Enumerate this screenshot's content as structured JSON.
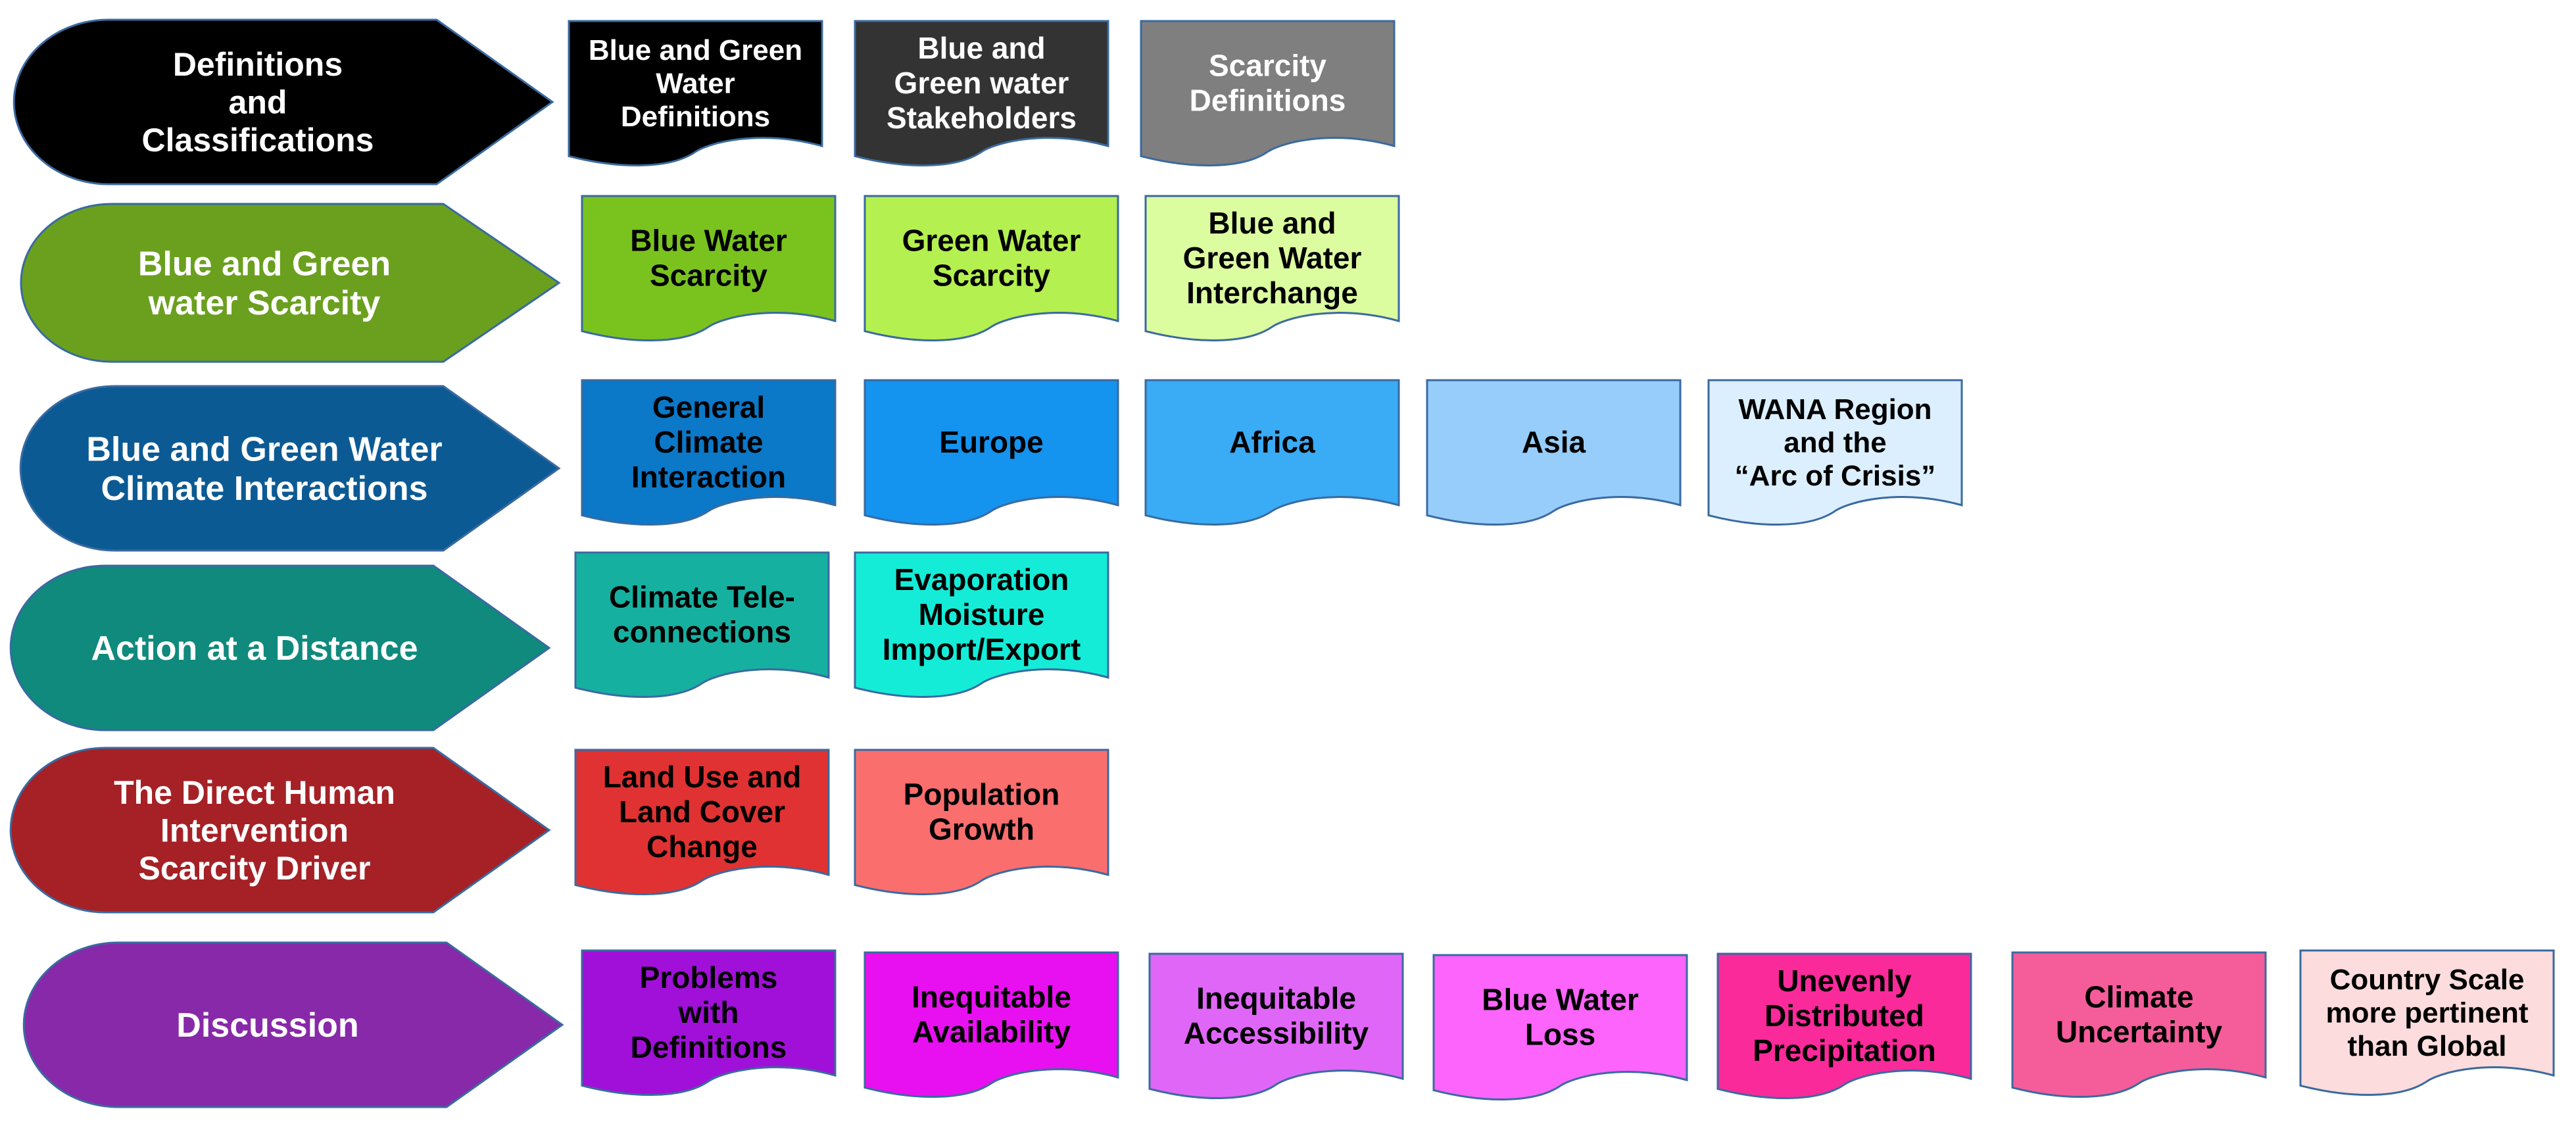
{
  "rows": [
    {
      "label": [
        "Definitions",
        "and",
        "Classifications"
      ],
      "arrow_color": "#000000",
      "arrow_text": "#ffffff",
      "docs": [
        {
          "lines": [
            "Blue and Green",
            "Water",
            "Definitions"
          ],
          "fill": "#000000",
          "text": "#ffffff"
        },
        {
          "lines": [
            "Blue and",
            "Green water",
            "Stakeholders"
          ],
          "fill": "#333333",
          "text": "#ffffff"
        },
        {
          "lines": [
            "Scarcity",
            "Definitions"
          ],
          "fill": "#7f7f7f",
          "text": "#ffffff"
        }
      ]
    },
    {
      "label": [
        "Blue and Green",
        "water Scarcity"
      ],
      "arrow_color": "#6aa01e",
      "arrow_text": "#ffffff",
      "docs": [
        {
          "lines": [
            "Blue Water",
            "Scarcity"
          ],
          "fill": "#7ac31f",
          "text": "#000000"
        },
        {
          "lines": [
            "Green Water",
            "Scarcity"
          ],
          "fill": "#b4f050",
          "text": "#000000"
        },
        {
          "lines": [
            "Blue and",
            "Green Water",
            "Interchange"
          ],
          "fill": "#dcfca0",
          "text": "#000000"
        }
      ]
    },
    {
      "label": [
        "Blue and Green Water",
        "Climate Interactions"
      ],
      "arrow_color": "#0b5a94",
      "arrow_text": "#ffffff",
      "docs": [
        {
          "lines": [
            "General",
            "Climate",
            "Interaction"
          ],
          "fill": "#0b78c8",
          "text": "#000000"
        },
        {
          "lines": [
            "Europe"
          ],
          "fill": "#1493ef",
          "text": "#000000"
        },
        {
          "lines": [
            "Africa"
          ],
          "fill": "#3aabf5",
          "text": "#000000"
        },
        {
          "lines": [
            "Asia"
          ],
          "fill": "#96cdfa",
          "text": "#000000"
        },
        {
          "lines": [
            "WANA Region",
            "and the",
            "“Arc of Crisis”"
          ],
          "fill": "#dcefff",
          "text": "#000000"
        }
      ]
    },
    {
      "label": [
        "Action at a Distance"
      ],
      "arrow_color": "#0f8a7c",
      "arrow_text": "#ffffff",
      "docs": [
        {
          "lines": [
            "Climate Tele-",
            "connections"
          ],
          "fill": "#16b0a0",
          "text": "#000000"
        },
        {
          "lines": [
            "Evaporation",
            "Moisture",
            "Import/Export"
          ],
          "fill": "#14ecd8",
          "text": "#000000"
        }
      ]
    },
    {
      "label": [
        "The Direct Human",
        "Intervention",
        "Scarcity Driver"
      ],
      "arrow_color": "#a52126",
      "arrow_text": "#ffffff",
      "docs": [
        {
          "lines": [
            "Land Use and",
            "Land Cover",
            "Change"
          ],
          "fill": "#e03232",
          "text": "#000000"
        },
        {
          "lines": [
            "Population",
            "Growth"
          ],
          "fill": "#fb6e6e",
          "text": "#000000"
        }
      ]
    },
    {
      "label": [
        "Discussion"
      ],
      "arrow_color": "#8729a8",
      "arrow_text": "#ffffff",
      "docs": [
        {
          "lines": [
            "Problems",
            "with",
            "Definitions"
          ],
          "fill": "#a010d8",
          "text": "#000000"
        },
        {
          "lines": [
            "Inequitable",
            "Availability"
          ],
          "fill": "#e810f0",
          "text": "#000000"
        },
        {
          "lines": [
            "Inequitable",
            "Accessibility"
          ],
          "fill": "#e066f8",
          "text": "#000000"
        },
        {
          "lines": [
            "Blue Water",
            "Loss"
          ],
          "fill": "#fc64fc",
          "text": "#000000"
        },
        {
          "lines": [
            "Unevenly",
            "Distributed",
            "Precipitation"
          ],
          "fill": "#fa2a9a",
          "text": "#000000"
        },
        {
          "lines": [
            "Climate",
            "Uncertainty"
          ],
          "fill": "#f45c9a",
          "text": "#000000"
        },
        {
          "lines": [
            "Country Scale",
            "more pertinent",
            "than Global"
          ],
          "fill": "#fcdcdc",
          "text": "#000000"
        }
      ]
    }
  ]
}
